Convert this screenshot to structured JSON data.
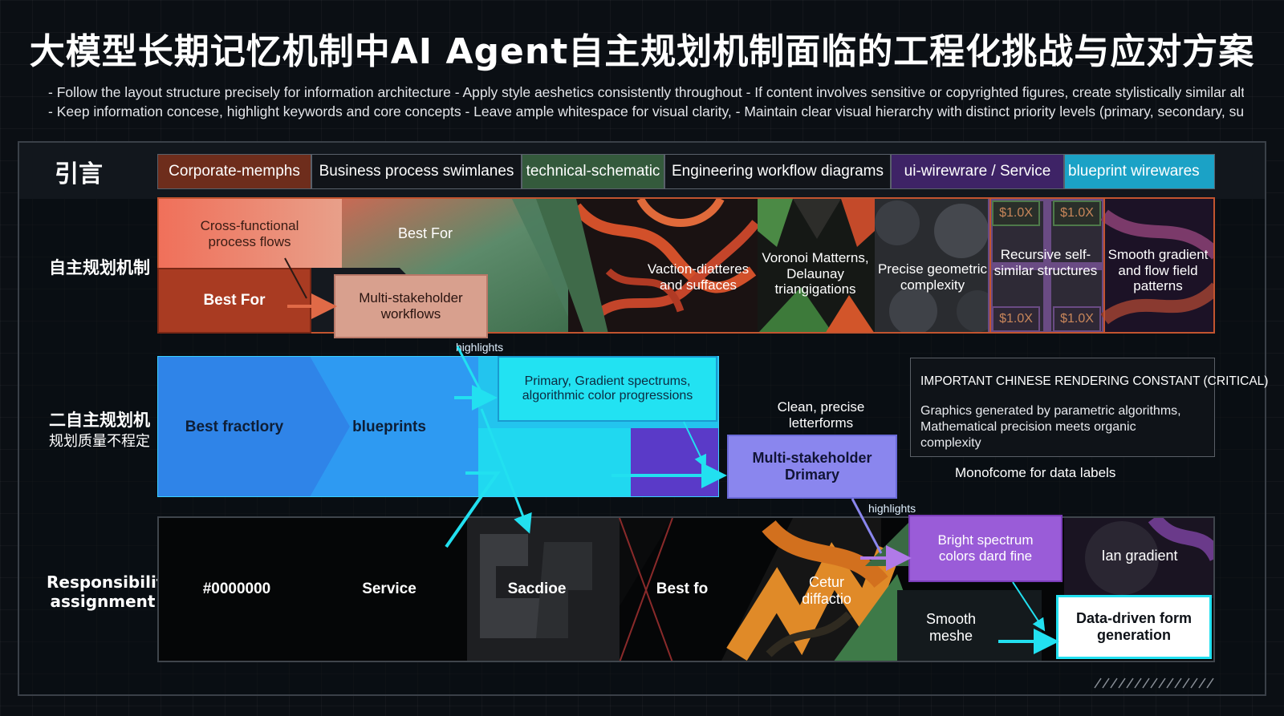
{
  "title": "大模型长期记忆机制中AI Agent自主规划机制面临的工程化挑战与应对方案",
  "notes": [
    "- Follow the layout structure precisely for information architecture  - Apply style aeshetics consistently throughout - If content involves sensitive or copyrighted figures, create stylistically similar alternatives",
    "- Keep information concese, highlight keywords and core concepts  - Leave ample whitespace for visual clarity,  - Maintain clear visual hierarchy with distinct priority levels (primary, secondary, supporting"
  ],
  "header": {
    "intro": "引言",
    "tabs": [
      "Corporate-memphs",
      "Business process swimlanes",
      "technical-schematic",
      "Engineering workflow diagrams",
      "ui-wirewrare  /  Service",
      "blueprint wirewares"
    ]
  },
  "rows": {
    "row1": "自主规划机制",
    "row2_line1": "二自主规划机",
    "row2_line2": "规划质量不程定",
    "row3_line1": "Responsibility",
    "row3_line2": "assignment"
  },
  "lane1": {
    "cross_functional": "Cross-functional process flows",
    "best_for_top": "Best For",
    "best_for_box": "Best For",
    "multi_stakeholder": "Multi-stakeholder workflows",
    "vaction": "Vaction-diatteres and suffaces",
    "voronoi": "Voronoi Matterns, Delaunay triangigations",
    "precise": "Precise geometric complexity",
    "recursive": "Recursive self-similar structures",
    "smooth_gradient": "Smooth gradient and flow field patterns",
    "badge": "$1.0X"
  },
  "lane2": {
    "highlights_1": "highlights",
    "best_fraction": "Best fractlory",
    "blueprints": "blueprints",
    "primary_gradient": "Primary, Gradient spectrums, algorithmic color progressions",
    "clean": "Clean, precise letterforms",
    "multi_primary": "Multi-stakeholder Drimary",
    "important_title": "IMPORTANT CHINESE RENDERING CONSTANT (CRITICAL)",
    "important_body": "Graphics generated by parametric algorithms, Mathematical precision meets organic complexity",
    "monofcome": "Monofcome for data labels",
    "highlights_2": "highlights"
  },
  "lane3": {
    "hex": "#0000000",
    "service": "Service",
    "sacdioe": "Sacdioe",
    "best_fo": "Best fo",
    "cetur": "Cetur diffactio",
    "bright": "Bright spectrum colors dard fine",
    "ian_gradient": "Ian gradient",
    "smooth_meshe": "Smooth meshe",
    "data_driven": "Data-driven form generation"
  },
  "colors": {
    "orange": "#e06a47",
    "rust": "#a83a20",
    "peach": "#d49a88",
    "cyan": "#22e0f0",
    "blue": "#2f8ff0",
    "violet": "#8a86ee",
    "purple": "#9a5cd8",
    "green": "#3f6a49",
    "ui_purple": "#4b2a78",
    "blueprint": "#1fa8cf"
  }
}
